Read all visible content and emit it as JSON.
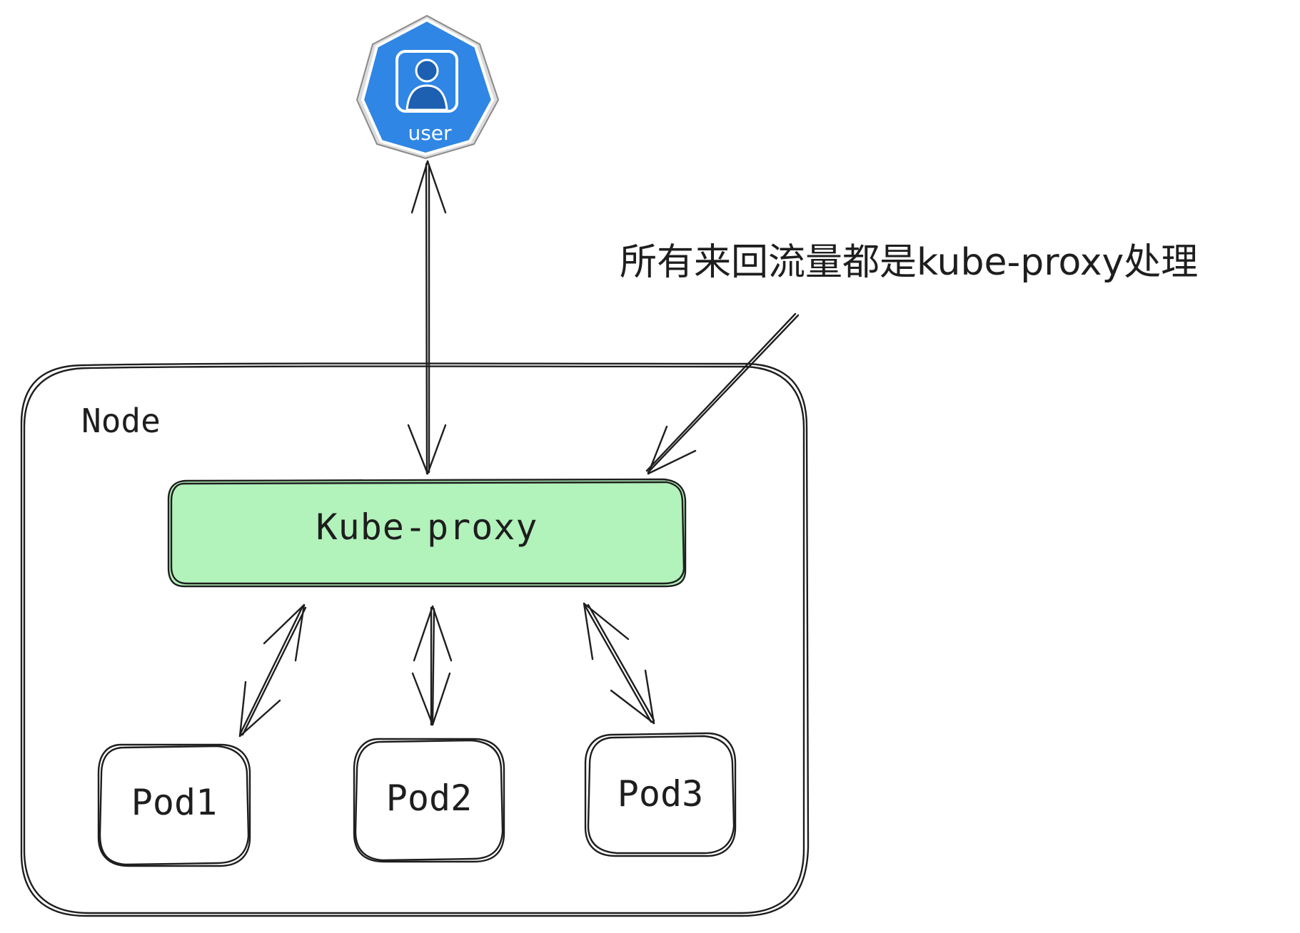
{
  "user": {
    "label": "user",
    "color": "#2f86e5",
    "icon": "user-icon"
  },
  "node": {
    "label": "Node"
  },
  "kube_proxy": {
    "label": "Kube-proxy",
    "fill_color": "#b2f2bb"
  },
  "pods": [
    {
      "label": "Pod1"
    },
    {
      "label": "Pod2"
    },
    {
      "label": "Pod3"
    }
  ],
  "annotation": {
    "text": "所有来回流量都是kube-proxy处理"
  }
}
